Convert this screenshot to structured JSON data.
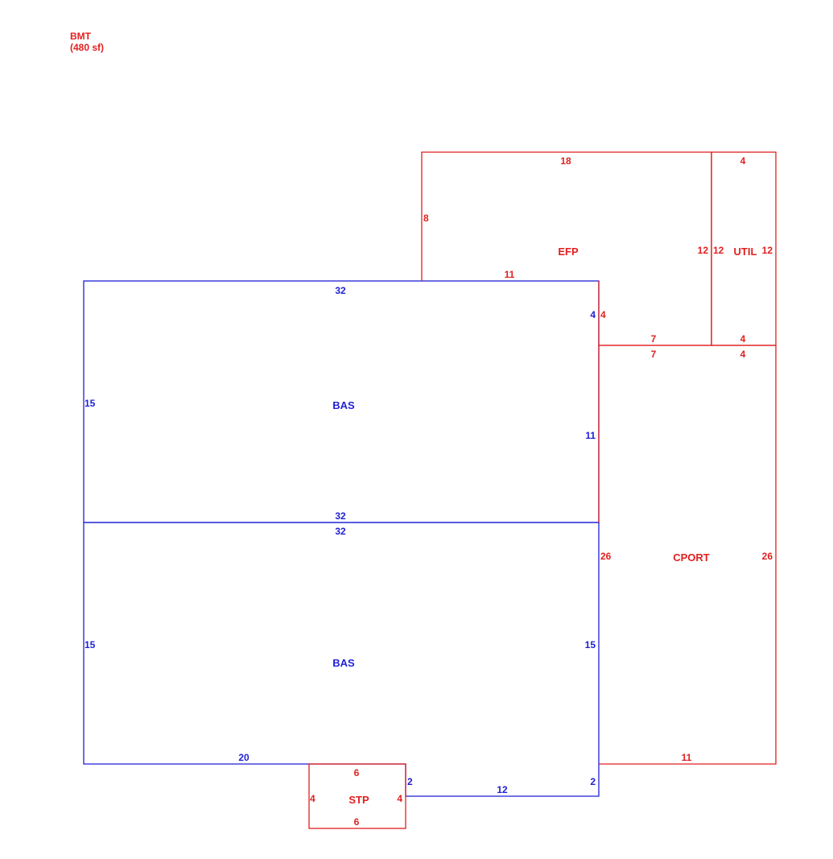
{
  "colors": {
    "living": "#1f1fd6",
    "other": "#e21f1f"
  },
  "bmt": {
    "name": "BMT",
    "area": "(480 sf)"
  },
  "areas": {
    "bas_upper": "BAS",
    "bas_lower": "BAS",
    "efp": "EFP",
    "util": "UTIL",
    "cport": "CPORT",
    "stp": "STP"
  },
  "dims": {
    "bas_upper_top": "32",
    "bas_upper_left": "15",
    "bas_upper_right_a": "4",
    "bas_upper_right_b": "11",
    "bas_upper_bottom": "32",
    "bas_lower_top": "32",
    "bas_lower_left": "15",
    "bas_lower_right": "15",
    "bas_lower_bottom_a": "20",
    "bas_lower_notch_left": "2",
    "bas_lower_bottom_b": "12",
    "bas_lower_notch_right": "2",
    "efp_top": "18",
    "efp_left": "8",
    "efp_bottom_a": "11",
    "efp_right": "12",
    "efp_right_inner": "4",
    "efp_bottom_b": "7",
    "util_top": "4",
    "util_left": "12",
    "util_right": "12",
    "util_bottom": "4",
    "cport_top_a": "7",
    "cport_top_b": "4",
    "cport_left": "26",
    "cport_right": "26",
    "cport_bottom": "11",
    "stp_top": "6",
    "stp_left": "4",
    "stp_right": "4",
    "stp_bottom": "6"
  }
}
